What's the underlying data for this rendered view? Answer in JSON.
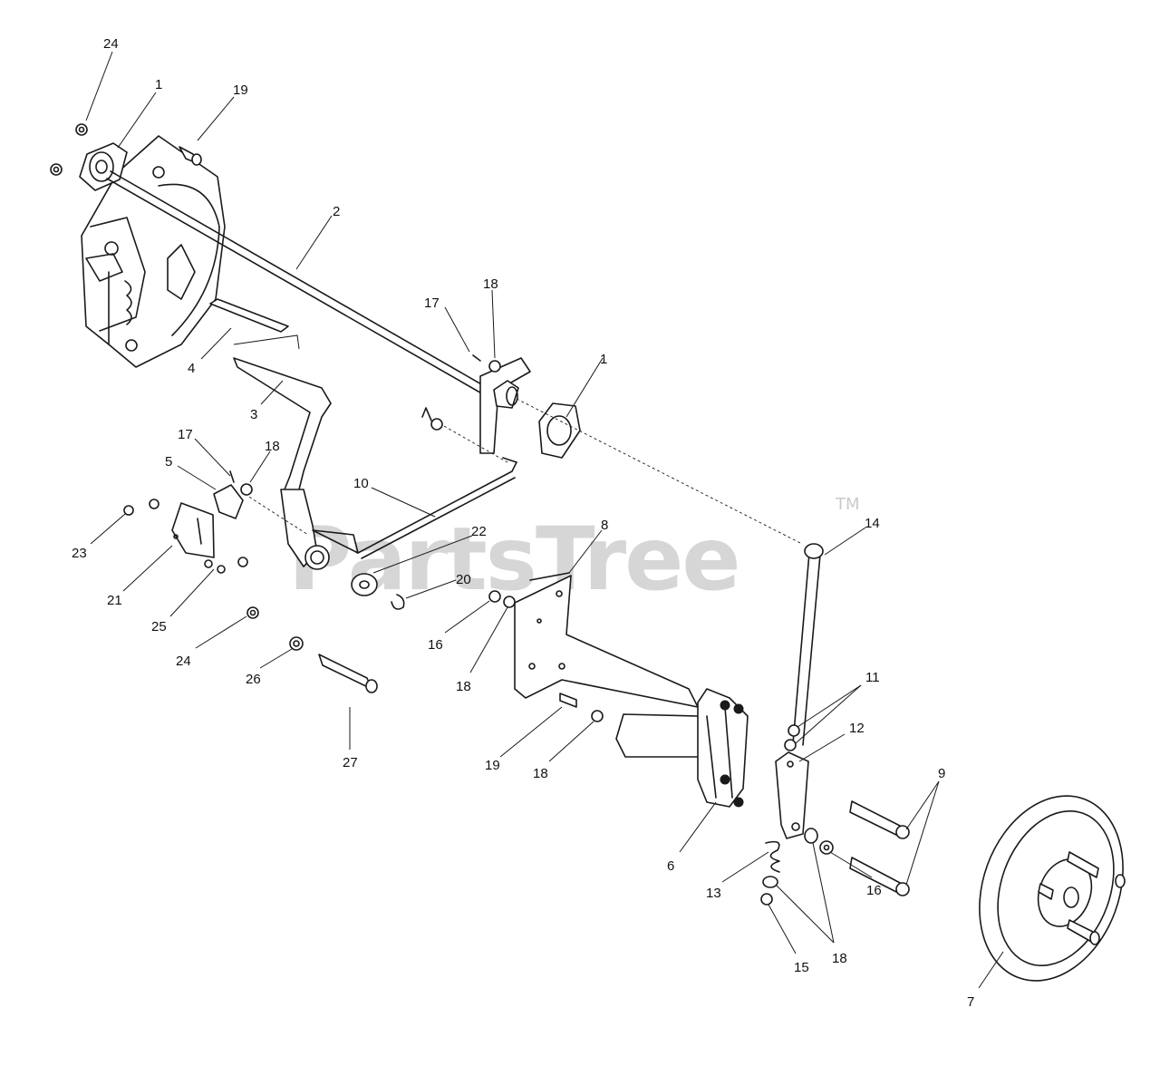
{
  "watermark": {
    "text": "PartsTree",
    "tm": "TM"
  },
  "callouts": {
    "c24a": "24",
    "c1a": "1",
    "c19a": "19",
    "c2": "2",
    "c4": "4",
    "c3": "3",
    "c17a": "17",
    "c18a": "18",
    "c1b": "1",
    "c17b": "17",
    "c18b": "18",
    "c5": "5",
    "c10": "10",
    "c22": "22",
    "c20": "20",
    "c23": "23",
    "c21": "21",
    "c25": "25",
    "c24b": "24",
    "c26": "26",
    "c27": "27",
    "c8": "8",
    "c16a": "16",
    "c18c": "18",
    "c19b": "19",
    "c18d": "18",
    "c14": "14",
    "c11": "11",
    "c12": "12",
    "c9": "9",
    "c6": "6",
    "c13": "13",
    "c15": "15",
    "c18e": "18",
    "c16b": "16",
    "c7": "7"
  }
}
